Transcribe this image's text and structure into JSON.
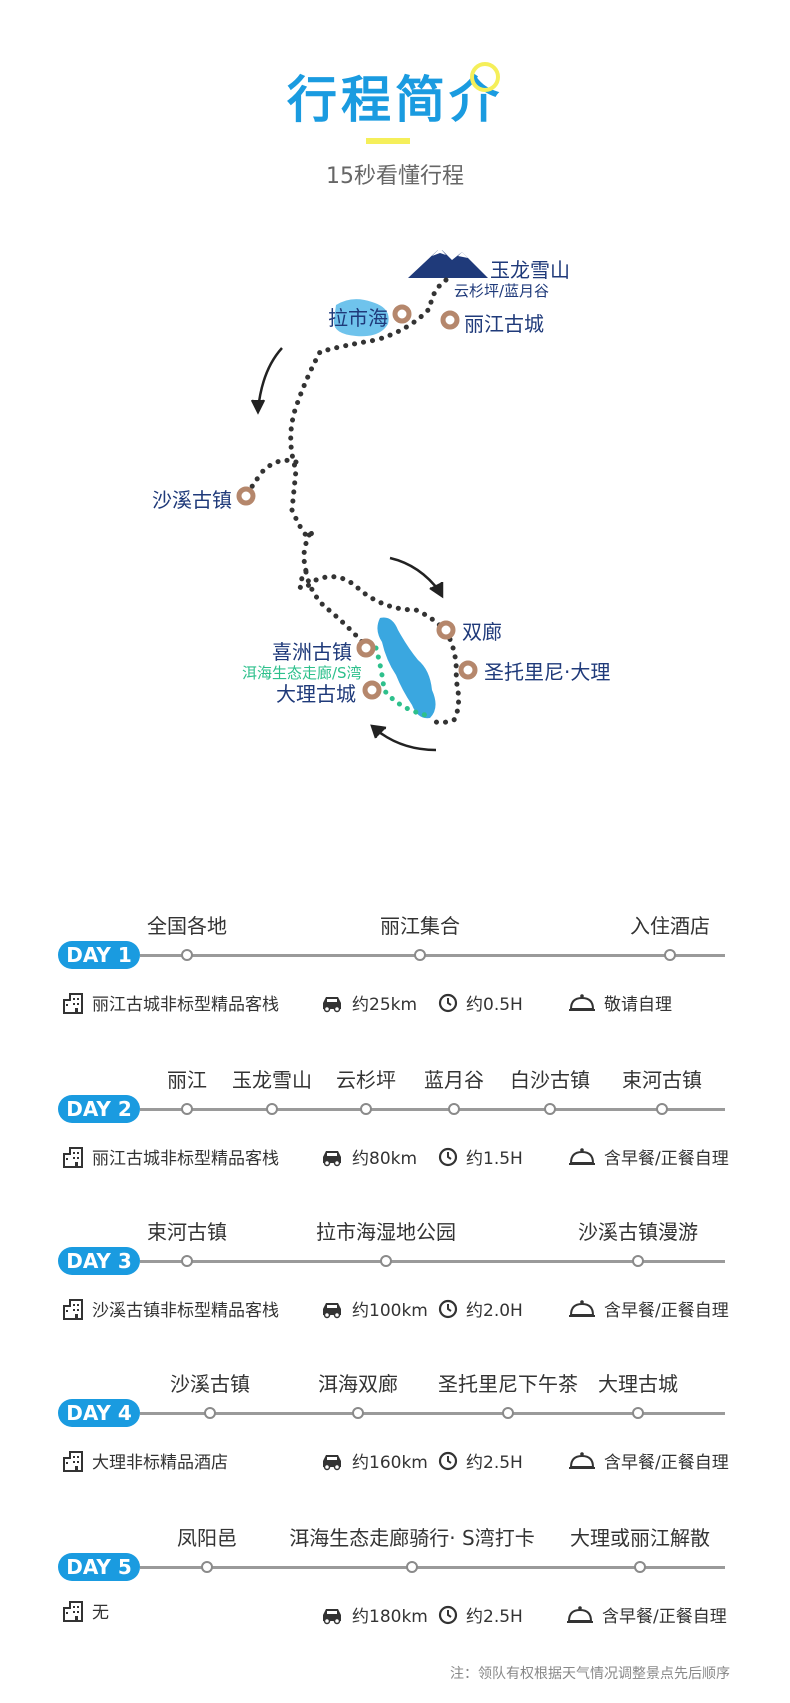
{
  "header": {
    "title": "行程简介",
    "subtitle": "15秒看懂行程"
  },
  "map": {
    "locations": {
      "yulong": "玉龙雪山",
      "yunshan": "云杉坪/蓝月谷",
      "lashihai": "拉市海",
      "lijiang": "丽江古城",
      "shaxi": "沙溪古镇",
      "shuanglang": "双廊",
      "xizhou": "喜洲古镇",
      "erhai_corridor": "洱海生态走廊/S湾",
      "santorini": "圣托里尼·大理",
      "dali": "大理古城"
    }
  },
  "days": [
    {
      "badge": "DAY 1",
      "stops": [
        "全国各地",
        "丽江集合",
        "入住酒店"
      ],
      "hotel": "丽江古城非标型精品客栈",
      "distance": "约25km",
      "duration": "约0.5H",
      "meal": "敬请自理"
    },
    {
      "badge": "DAY 2",
      "stops": [
        "丽江",
        "玉龙雪山",
        "云杉坪",
        "蓝月谷",
        "白沙古镇",
        "束河古镇"
      ],
      "hotel": "丽江古城非标型精品客栈",
      "distance": "约80km",
      "duration": "约1.5H",
      "meal": "含早餐/正餐自理"
    },
    {
      "badge": "DAY 3",
      "stops": [
        "束河古镇",
        "拉市海湿地公园",
        "沙溪古镇漫游"
      ],
      "hotel": "沙溪古镇非标型精品客栈",
      "distance": "约100km",
      "duration": "约2.0H",
      "meal": "含早餐/正餐自理"
    },
    {
      "badge": "DAY 4",
      "stops": [
        "沙溪古镇",
        "洱海双廊",
        "圣托里尼下午茶",
        "大理古城"
      ],
      "hotel": "大理非标精品酒店",
      "distance": "约160km",
      "duration": "约2.5H",
      "meal": "含早餐/正餐自理"
    },
    {
      "badge": "DAY 5",
      "stops": [
        "凤阳邑",
        "洱海生态走廊骑行· S湾打卡",
        "大理或丽江解散"
      ],
      "hotel": "无",
      "distance": "约180km",
      "duration": "约2.5H",
      "meal": "含早餐/正餐自理"
    }
  ],
  "icons": {
    "hotel": "hotel-building-icon",
    "car": "car-icon",
    "clock": "clock-icon",
    "meal": "meal-cloche-icon"
  },
  "colors": {
    "accent": "#1a9be0",
    "highlight": "#f5ef5a",
    "location_text": "#1f3a7a",
    "marker": "#b5876c",
    "route_green": "#2ec08c"
  },
  "footer": {
    "note": "注：领队有权根据天气情况调整景点先后顺序"
  }
}
